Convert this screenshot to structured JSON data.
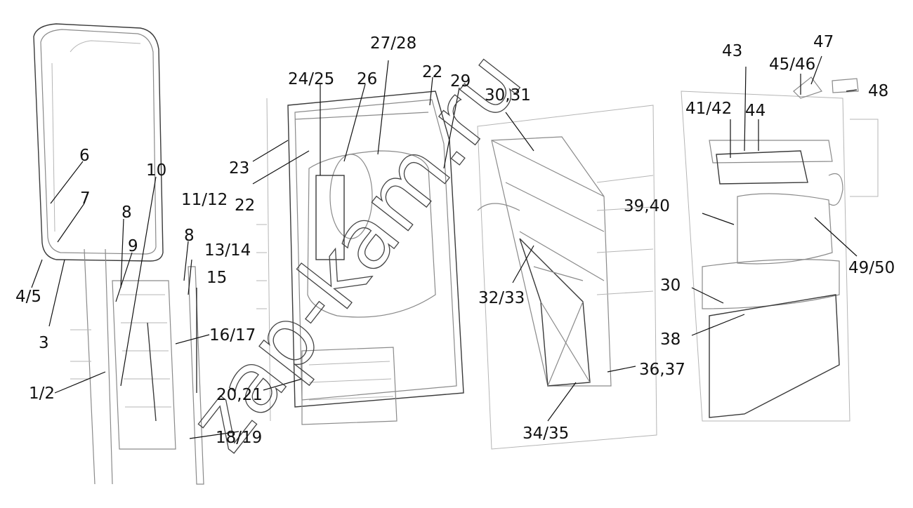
{
  "diagram": {
    "labels": [
      "6",
      "7",
      "4/5",
      "3",
      "10",
      "8",
      "9",
      "11/12",
      "8",
      "13/14",
      "15",
      "16/17",
      "1/2",
      "18/19",
      "20,21",
      "23",
      "22",
      "24/25",
      "26",
      "27/28",
      "22",
      "29",
      "30,31",
      "32/33",
      "34/35",
      "36,37",
      "43",
      "45/46",
      "47",
      "48",
      "41/42",
      "44",
      "39,40",
      "49/50",
      "30",
      "38"
    ],
    "watermark": "zap-kam.ru"
  },
  "colors": {
    "line": "#8a8a8a",
    "text": "#111111"
  }
}
